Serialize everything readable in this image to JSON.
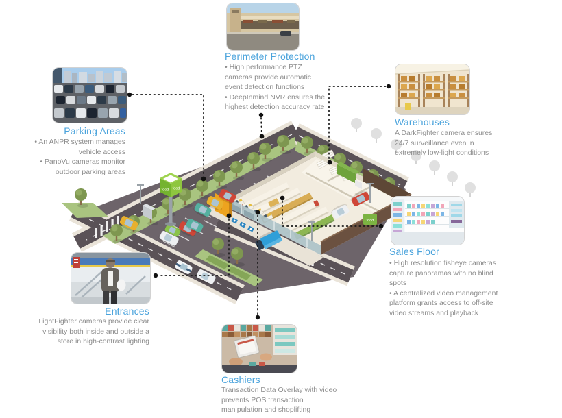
{
  "callouts": {
    "perimeter": {
      "title": "Perimeter Protection",
      "bullets": [
        "• High performance PTZ cameras provide automatic event detection functions",
        "• DeepInmind NVR ensures the highest detection accuracy rate"
      ],
      "photo_desc": "strip-mall-exterior"
    },
    "parking": {
      "title": "Parking Areas",
      "bullets": [
        "• An ANPR system manages vehicle access",
        "• PanoVu cameras monitor outdoor parking areas"
      ],
      "photo_desc": "outdoor-parking-lot"
    },
    "warehouses": {
      "title": "Warehouses",
      "bullets": [
        "A DarkFighter camera ensures 24/7 surveillance even in extremely low-light conditions"
      ],
      "photo_desc": "warehouse-racks"
    },
    "sales_floor": {
      "title": "Sales Floor",
      "bullets": [
        "• High resolution fisheye cameras capture panoramas with no blind spots",
        "• A centralized video management platform grants access to off-site video streams and playback"
      ],
      "photo_desc": "store-shelves"
    },
    "entrances": {
      "title": "Entrances",
      "bullets": [
        "LightFighter cameras provide clear visibility both inside and outside a store in high-contrast lighting"
      ],
      "photo_desc": "shopper-at-entrance"
    },
    "cashiers": {
      "title": "Cashiers",
      "bullets": [
        "Transaction Data Overlay with video prevents POS transaction manipulation and shoplifting"
      ],
      "photo_desc": "pos-checkout"
    }
  },
  "illustration": {
    "cube_sign_label": "food",
    "wall_sign_label": "food"
  },
  "colors": {
    "accent_blue": "#4aa3dc",
    "body_text": "#8d8d8d",
    "connector": "#1a1a1a",
    "grass": "#a9c480",
    "road": "#5a5257",
    "asphalt": "#6d646a",
    "building_wall": "#6b5140",
    "brand_green": "#8ec63f"
  }
}
